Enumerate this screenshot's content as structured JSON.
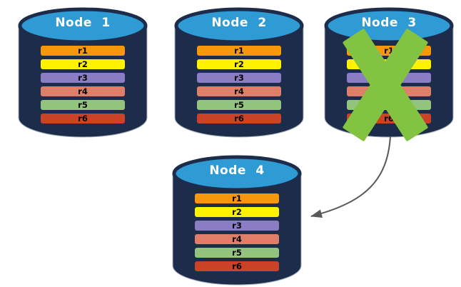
{
  "palette": {
    "background": "#ffffff",
    "cylinder_body": "#1d2c4b",
    "cylinder_top": "#2e9bd5",
    "cylinder_outline": "#aab4bf",
    "title_color": "#ffffff",
    "row_text_color": "#000000",
    "failure_x_color": "#82c341",
    "arrow_color": "#595959"
  },
  "rows": [
    {
      "label": "r1",
      "color": "#f7970b"
    },
    {
      "label": "r2",
      "color": "#fef200"
    },
    {
      "label": "r3",
      "color": "#8b7dc3"
    },
    {
      "label": "r4",
      "color": "#df7f6a"
    },
    {
      "label": "r5",
      "color": "#92c47e"
    },
    {
      "label": "r6",
      "color": "#cb4326"
    }
  ],
  "nodes": [
    {
      "title": "Node 1",
      "failed": false
    },
    {
      "title": "Node 2",
      "failed": false
    },
    {
      "title": "Node 3",
      "failed": true
    },
    {
      "title": "Node 4",
      "failed": false
    }
  ]
}
